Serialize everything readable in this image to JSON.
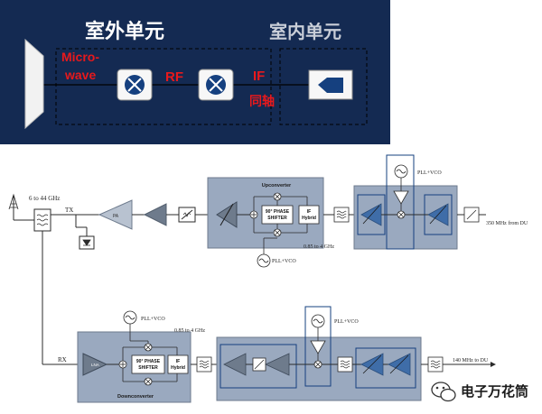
{
  "top_panel": {
    "outdoor_unit_label": "室外单元",
    "indoor_unit_label": "室内单元",
    "microwave_label_1": "Micro-",
    "microwave_label_2": "wave",
    "rf_label": "RF",
    "if_label": "IF",
    "coax_label": "同轴"
  },
  "tx_chain": {
    "freq_label": "6 to 44 GHz",
    "tx_label": "TX",
    "pa_label": "PA",
    "upconverter_title": "Upconverter",
    "phase_shifter_line1": "90° PHASE",
    "phase_shifter_line2": "SHIFTER",
    "if_hybrid_line1": "IF",
    "if_hybrid_line2": "Hybrid",
    "pll_vco_label": "PLL+VCO",
    "if_freq_label": "0.85 to 4 GHz",
    "pll_vco_right_label": "PLL+VCO",
    "output_label": "350 MHz from DU"
  },
  "rx_chain": {
    "rx_label": "RX",
    "lna_label": "LNA",
    "downconverter_title": "Downconverter",
    "phase_shifter_line1": "90° PHASE",
    "phase_shifter_line2": "SHIFTER",
    "if_hybrid_line1": "IF",
    "if_hybrid_line2": "Hybrid",
    "pll_vco_label": "PLL+VCO",
    "if_freq_label": "0.85 to 4 GHz",
    "pll_vco_right_label": "PLL+VCO",
    "output_label": "140 MHz to DU"
  },
  "watermark": {
    "text": "电子万花筒"
  },
  "colors": {
    "panel_bg": "#142a52",
    "outdoor_text": "#ffffff",
    "indoor_text": "#c9ced8",
    "red_label": "#e8191c",
    "block_fill": "#9aa9bf",
    "amp_blue": "#3f6da8",
    "line": "#2b2b2b"
  }
}
